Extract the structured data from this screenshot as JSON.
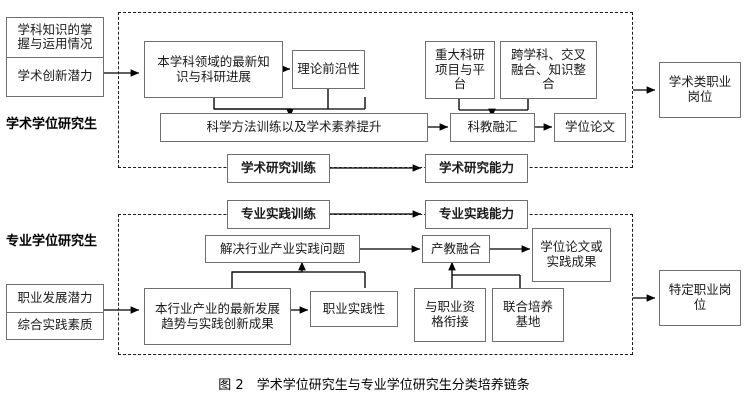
{
  "figure": {
    "caption": "图 2　学术学位研究生与专业学位研究生分类培养链条"
  },
  "tracks": [
    {
      "id": "academic",
      "label": "学术学位研究生",
      "inputs": [
        "学科知识的掌握与运用情况",
        "学术创新潜力"
      ],
      "outcome": "学术类职业岗位",
      "training_gate": "学术研究训练",
      "capability_gate": "学术研究能力",
      "nodes": [
        "本学科领域的最新知识与科研进展",
        "理论前沿性",
        "重大科研项目与平台",
        "跨学科、交叉融合、知识整合",
        "科学方法训练以及学术素养提升",
        "科教融汇",
        "学位论文"
      ]
    },
    {
      "id": "professional",
      "label": "专业学位研究生",
      "inputs": [
        "职业发展潜力",
        "综合实践素质"
      ],
      "outcome": "特定职业岗位",
      "training_gate": "专业实践训练",
      "capability_gate": "专业实践能力",
      "nodes": [
        "解决行业产业实践问题",
        "本行业产业的最新发展趋势与实践创新成果",
        "职业实践性",
        "产教融合",
        "学位论文或实践成果",
        "与职业资格衔接",
        "联合培养基地"
      ]
    }
  ],
  "colors": {
    "box_border": "#6f6f6f",
    "dash_border": "#1a1a1a",
    "text": "#1a1a1a",
    "arrow": "#000000",
    "background": "#ffffff"
  }
}
